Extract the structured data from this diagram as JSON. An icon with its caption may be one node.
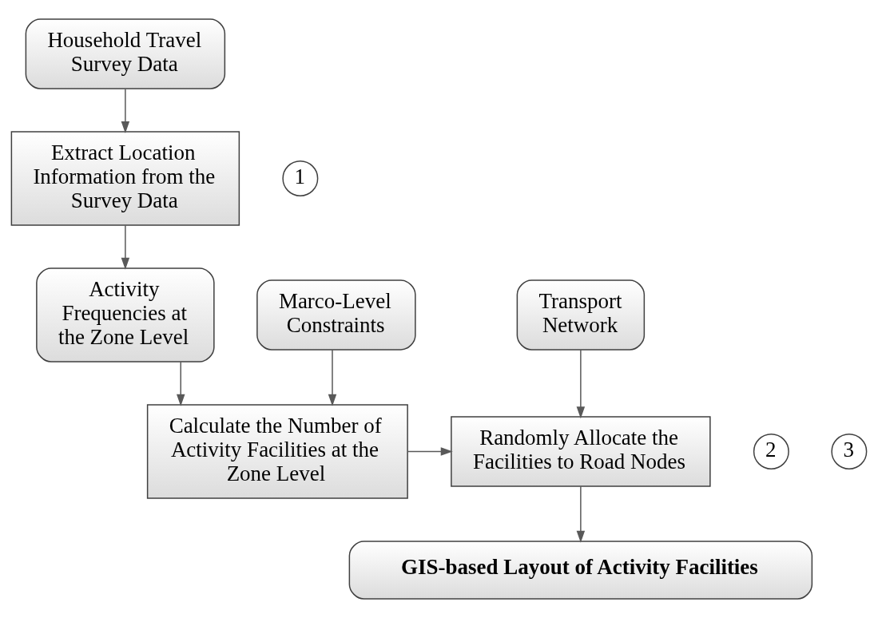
{
  "diagram": {
    "nodes": [
      {
        "text": [
          "Household Travel Survey Data"
        ]
      },
      {
        "text": [
          "1"
        ]
      },
      {
        "text": [
          "Extract Location Information from the Survey Data"
        ]
      },
      {
        "text": [
          "Marco-Level Constraints"
        ]
      },
      {
        "text": [
          "Activity Frequencies at the Zone Level"
        ]
      },
      {
        "text": [
          "Transport Network"
        ]
      },
      {
        "text": [
          "2"
        ]
      },
      {
        "text": [
          "Calculate the Number of Activity Facilities at the Zone Level"
        ]
      },
      {
        "text": [
          "3"
        ]
      },
      {
        "text": [
          "Randomly Allocate the Facilities to Road Nodes"
        ]
      },
      {
        "text": [
          "GIS-based Layout of Activity Facilities"
        ]
      }
    ],
    "edges": [
      {
        "from": 0,
        "to": 2,
        "arrow": "to"
      },
      {
        "from": 2,
        "to": 4,
        "arrow": "to"
      },
      {
        "from": 3,
        "to": 7,
        "arrow": "to"
      },
      {
        "from": 4,
        "to": 7,
        "arrow": "to"
      },
      {
        "from": 7,
        "to": 9,
        "arrow": "to"
      },
      {
        "from": 5,
        "to": 9,
        "arrow": "to"
      },
      {
        "from": 9,
        "to": 10,
        "arrow": "to"
      }
    ]
  }
}
